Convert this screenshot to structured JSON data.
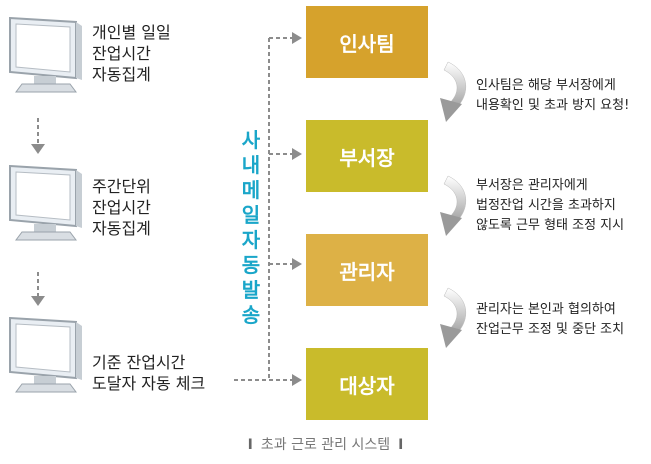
{
  "pcs": [
    {
      "lines": [
        "개인별 일일",
        "잔업시간",
        "자동집계"
      ]
    },
    {
      "lines": [
        "주간단위",
        "잔업시간",
        "자동집계"
      ]
    },
    {
      "lines": [
        "기준 잔업시간",
        "도달자 자동 체크"
      ]
    }
  ],
  "boxes": [
    {
      "label": "인사팀",
      "color": "#d6a22c"
    },
    {
      "label": "부서장",
      "color": "#c9bb2b"
    },
    {
      "label": "관리자",
      "color": "#ddb146"
    },
    {
      "label": "대상자",
      "color": "#c9bb2b"
    }
  ],
  "notes": [
    {
      "lines": [
        "인사팀은 해당 부서장에게",
        "내용확인 및 초과 방지 요청!"
      ]
    },
    {
      "lines": [
        "부서장은 관리자에게",
        "법정잔업 시간을 초과하지",
        "않도록 근무 형태 조정 지시"
      ]
    },
    {
      "lines": [
        "관리자는 본인과 협의하여",
        "잔업근무 조정 및 중단 조치"
      ]
    }
  ],
  "vertical_label": [
    "사",
    "내",
    "메",
    "일",
    "자",
    "동",
    "발",
    "송"
  ],
  "caption": "초과 근로 관리 시스템",
  "caption_bar": "I"
}
